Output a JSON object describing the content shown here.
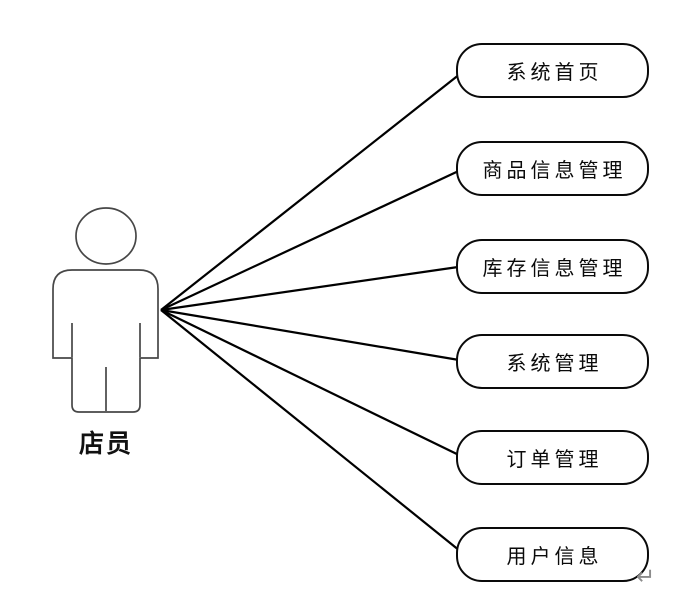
{
  "diagram": {
    "title": "store-clerk-usecase-diagram",
    "actor": {
      "label": "店员"
    },
    "usecases": [
      {
        "label": "系统首页"
      },
      {
        "label": "商品信息管理"
      },
      {
        "label": "库存信息管理"
      },
      {
        "label": "系统管理"
      },
      {
        "label": "订单管理"
      },
      {
        "label": "用户信息"
      }
    ],
    "paragraph_mark": "↵",
    "colors": {
      "connector_stroke": "#000000",
      "node_border": "#0a0a0a",
      "actor_stroke": "#474747",
      "paragraph_mark_color": "#8c8c8c",
      "background": "#ffffff"
    }
  }
}
